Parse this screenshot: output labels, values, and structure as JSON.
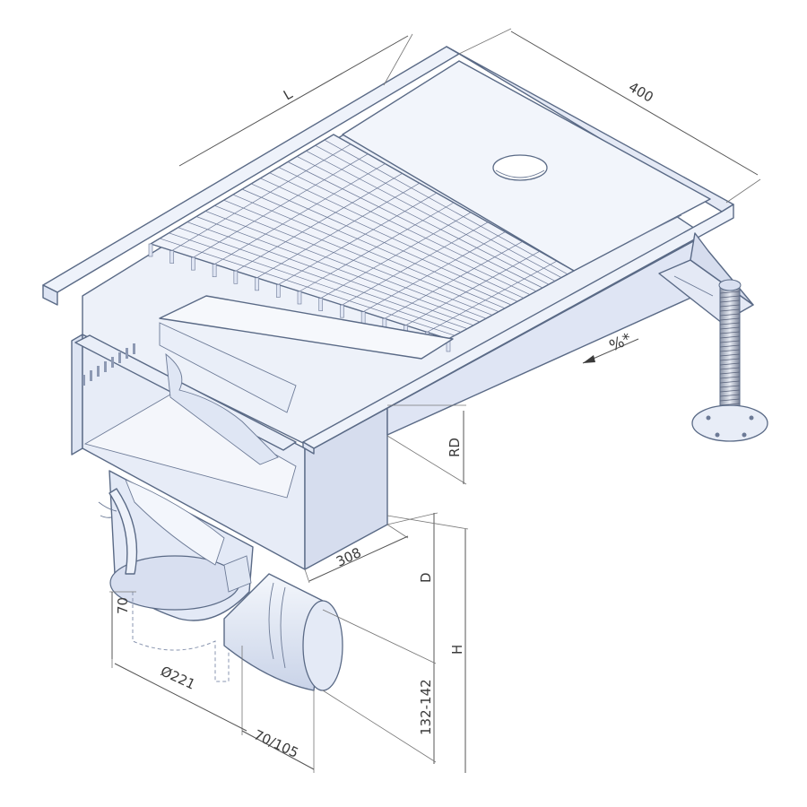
{
  "drawing": {
    "labels": {
      "length": "L",
      "width": "400",
      "slope": "%*",
      "rd": "RD",
      "d": "D",
      "h": "H",
      "depth_308": "308",
      "range_132_142": "132-142",
      "dia_221": "Ø221",
      "outlet_70_105": "70/105",
      "height_70": "70"
    },
    "colors": {
      "body_fill": "#e9eef8",
      "body_shadow": "#d3dbef",
      "outline": "#5a6a86",
      "dimension": "#3a3a3a"
    }
  }
}
